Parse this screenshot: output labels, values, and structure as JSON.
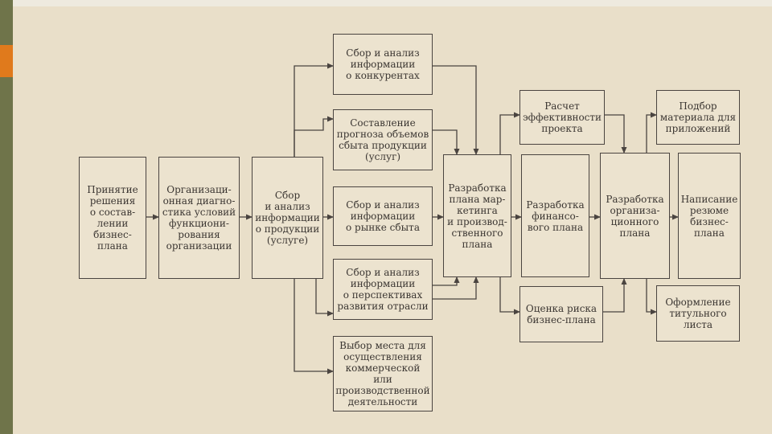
{
  "theme": {
    "accent": "#e07a1c",
    "side_bar": "#6f744a",
    "paper": "#e9dfc9",
    "ink": "#3b3632"
  },
  "diagram": {
    "boxes": {
      "b1": "Принятие\nрешения\nо состав-\nлении\nбизнес-\nплана",
      "b2": "Организаци-\nонная диагно-\nстика условий\nфункциони-\nрования\nорганизации",
      "b3": "Сбор\nи анализ\nинформации\nо продукции\n(услуге)",
      "b4": "Сбор и анализ\nинформации\nо конкурентах",
      "b5": "Составление\nпрогноза объемов\nсбыта продукции\n(услуг)",
      "b6": "Сбор и анализ\nинформации\nо рынке сбыта",
      "b7": "Сбор и анализ\nинформации\nо перспективах\nразвития отрасли",
      "b8": "Выбор места для\nосуществления\nкоммерческой или\nпроизводственной\nдеятельности",
      "b9": "Разработка\nплана мар-\nкетинга\nи производ-\nственного\nплана",
      "b10": "Расчет\nэффективности\nпроекта",
      "b11": "Разработка\nфинансо-\nвого плана",
      "b12": "Оценка риска\nбизнес-плана",
      "b13": "Разработка\nорганиза-\nционного\nплана",
      "b14": "Подбор\nматериала для\nприложений",
      "b15": "Написание\nрезюме\nбизнес-\nплана",
      "b16": "Оформление\nтитульного\nлиста"
    }
  }
}
